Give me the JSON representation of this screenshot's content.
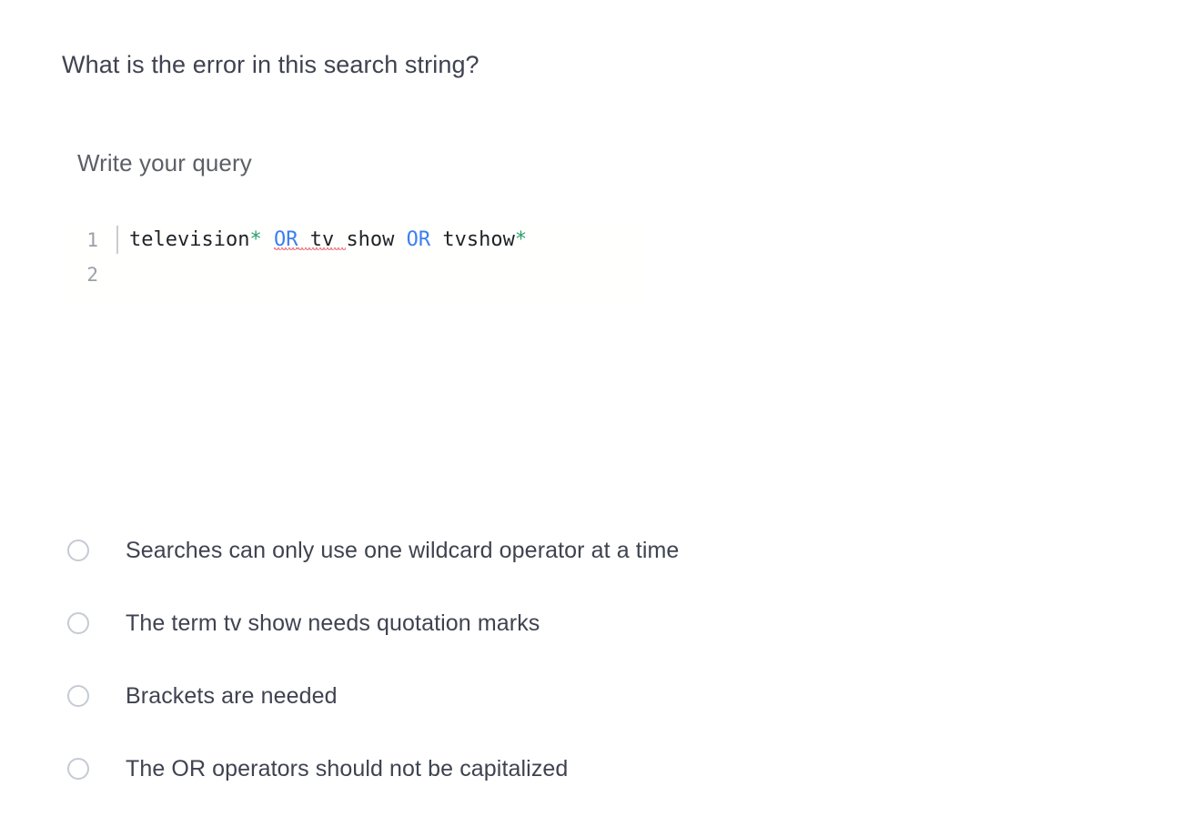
{
  "question": {
    "prompt": "What is the error in this search string?"
  },
  "editor": {
    "label": "Write your query",
    "line_numbers": [
      "1",
      "2"
    ],
    "code_tokens": [
      {
        "text": "television",
        "type": "text"
      },
      {
        "text": "*",
        "type": "wildcard"
      },
      {
        "text": " ",
        "type": "text"
      },
      {
        "text": "OR",
        "type": "operator",
        "spellcheck_error": true
      },
      {
        "text": " tv ",
        "type": "text",
        "spellcheck_error": true
      },
      {
        "text": "show ",
        "type": "text"
      },
      {
        "text": "OR",
        "type": "operator"
      },
      {
        "text": " tvshow",
        "type": "text"
      },
      {
        "text": "*",
        "type": "wildcard"
      }
    ],
    "code_plain": "television* OR tv show OR tvshow*",
    "colors": {
      "wildcard": "#28a06c",
      "operator": "#3d7ff0",
      "spellcheck_underline": "#e8616f",
      "gutter_text": "#9aa0a6",
      "code_text": "#1f2328",
      "background": "#fffffd"
    }
  },
  "answers": {
    "selected": null,
    "options": [
      {
        "id": "opt-1",
        "label": "Searches can only use one wildcard operator at a time",
        "checked": false
      },
      {
        "id": "opt-2",
        "label": "The term tv show needs quotation marks",
        "checked": false
      },
      {
        "id": "opt-3",
        "label": "Brackets are needed",
        "checked": false
      },
      {
        "id": "opt-4",
        "label": "The OR operators should not be capitalized",
        "checked": false
      }
    ]
  },
  "theme": {
    "page_background": "#ffffff",
    "text_primary": "#3f4350",
    "text_secondary": "#5c6066",
    "radio_border": "#c5cad4"
  }
}
